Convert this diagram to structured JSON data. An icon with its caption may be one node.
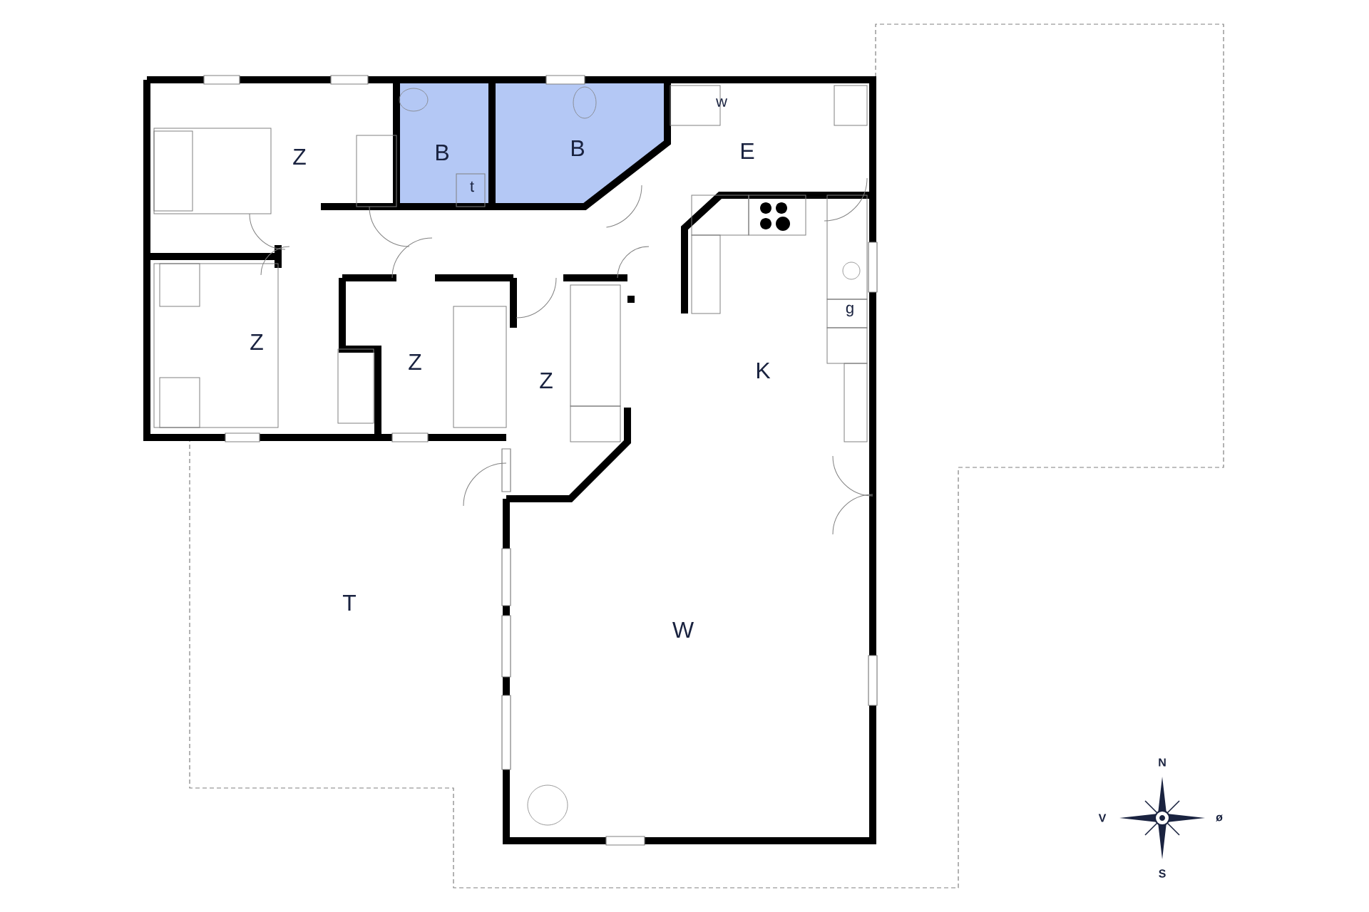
{
  "diagram": {
    "labels": [
      "Z",
      "B",
      "B",
      "w",
      "E",
      "t",
      "Z",
      "Z",
      "Z",
      "g",
      "K",
      "T",
      "W",
      "N",
      "V",
      "ø",
      "S"
    ]
  }
}
